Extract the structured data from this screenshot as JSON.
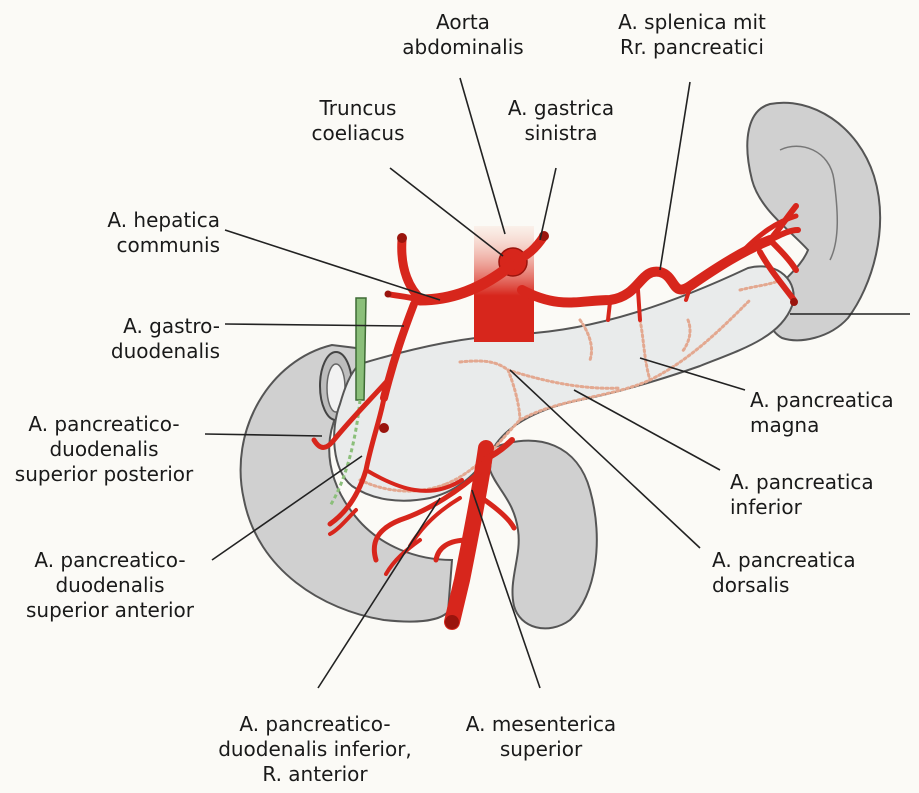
{
  "colors": {
    "background": "#fbfaf6",
    "organ_fill": "#d0d0d0",
    "organ_outline": "#555555",
    "pancreas_fill": "#e9ebeb",
    "artery_red": "#d7261c",
    "artery_dark": "#9a140d",
    "small_vessel": "#e3a890",
    "bile_duct_green": "#8bbf7a",
    "leader_line": "#222222"
  },
  "labels": {
    "aorta": [
      "Aorta",
      "abdominalis"
    ],
    "splenica": [
      "A. splenica mit",
      "Rr. pancreatici"
    ],
    "truncus": [
      "Truncus",
      "coeliacus"
    ],
    "gastrica": [
      "A. gastrica",
      "sinistra"
    ],
    "hepatica": [
      "A. hepatica",
      "communis"
    ],
    "gastroduodenalis": [
      "A. gastro-",
      "duodenalis"
    ],
    "pd_sup_post": [
      "A. pancreatico-",
      "duodenalis",
      "superior posterior"
    ],
    "pd_sup_ant": [
      "A. pancreatico-",
      "duodenalis",
      "superior anterior"
    ],
    "pd_inf_ant": [
      "A. pancreatico-",
      "duodenalis inferior,",
      "R. anterior"
    ],
    "mesenterica": [
      "A. mesenterica",
      "superior"
    ],
    "magna": [
      "A. pancreatica",
      "magna"
    ],
    "inferior": [
      "A. pancreatica",
      "inferior"
    ],
    "dorsalis": [
      "A. pancreatica",
      "dorsalis"
    ]
  }
}
